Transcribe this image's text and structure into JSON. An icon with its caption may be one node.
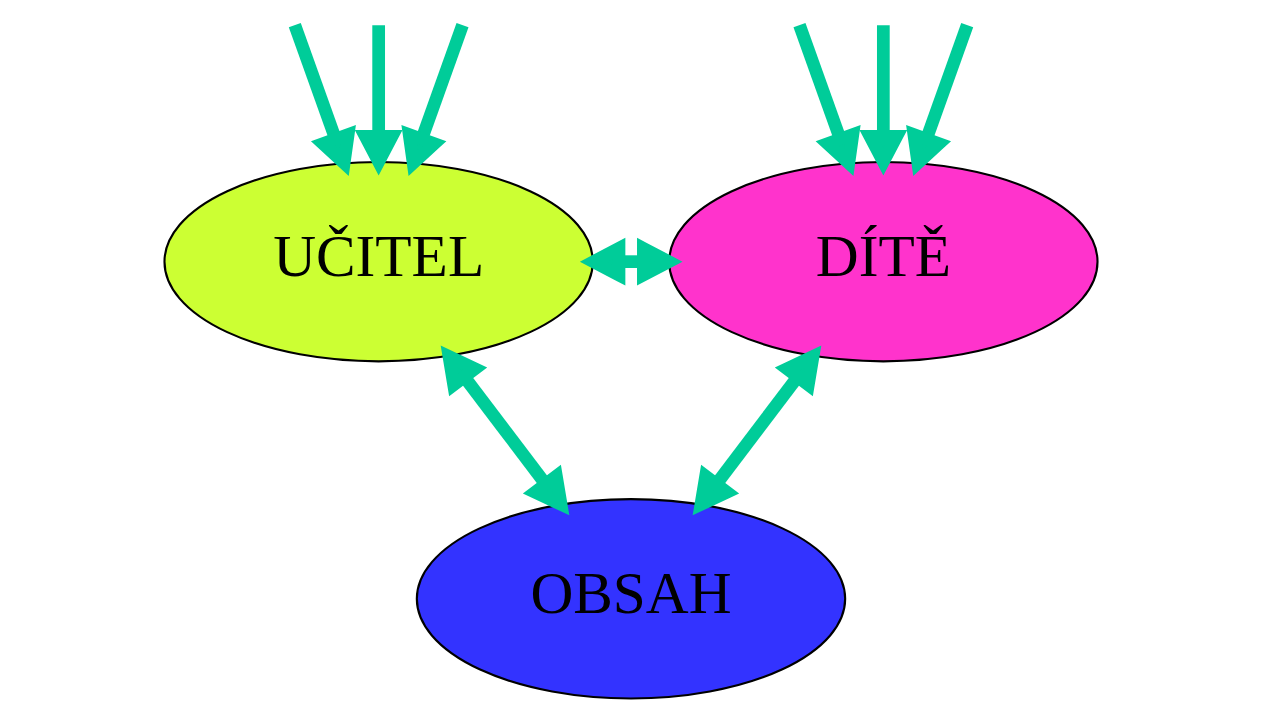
{
  "diagram": {
    "nodes": [
      {
        "text": [
          "DÍTĚ"
        ]
      },
      {
        "text": [
          "UČITEL"
        ]
      },
      {
        "text": [
          "OBSAH"
        ]
      }
    ],
    "edges": [
      {
        "from": null,
        "to": 0,
        "arrow": "to"
      },
      {
        "from": null,
        "to": 0,
        "arrow": "to"
      },
      {
        "from": null,
        "to": 0,
        "arrow": "to"
      },
      {
        "from": null,
        "to": 1,
        "arrow": "to"
      },
      {
        "from": null,
        "to": 1,
        "arrow": "to"
      },
      {
        "from": null,
        "to": 1,
        "arrow": "to"
      },
      {
        "from": 0,
        "to": 1,
        "arrow": "both"
      },
      {
        "from": 0,
        "to": 2,
        "arrow": "both"
      },
      {
        "from": 2,
        "to": 1,
        "arrow": "both"
      }
    ]
  }
}
